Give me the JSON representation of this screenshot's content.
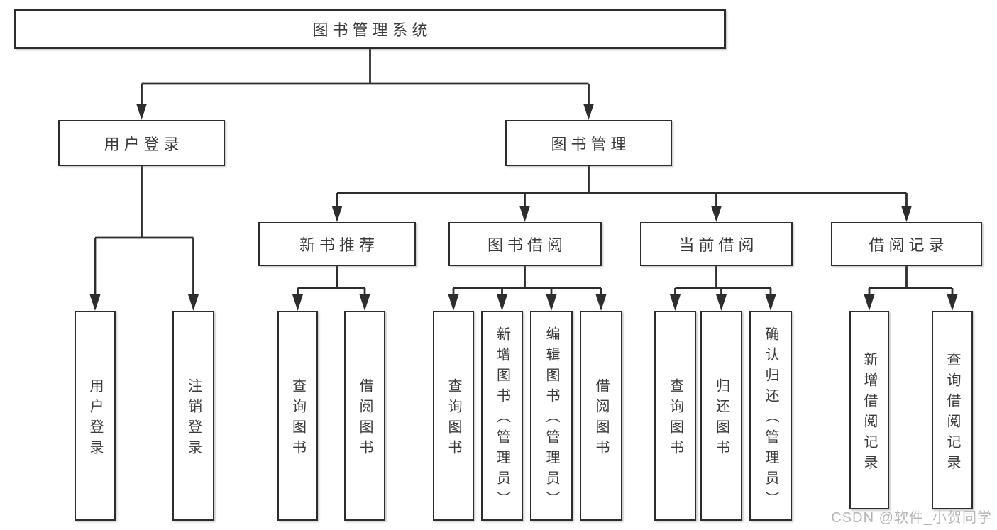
{
  "diagram": {
    "title": "图书管理系统",
    "type": "hierarchy-tree",
    "colors": {
      "line": "#2d2d2d",
      "text": "#3b3b3b",
      "background": "#ffffff",
      "watermark_text": "#b6b6b6"
    },
    "tree": {
      "label": "图书管理系统",
      "children": [
        {
          "label": "用户登录",
          "children": [
            {
              "label": "用户登录"
            },
            {
              "label": "注销登录"
            }
          ]
        },
        {
          "label": "图书管理",
          "children": [
            {
              "label": "新书推荐",
              "children": [
                {
                  "label": "查询图书"
                },
                {
                  "label": "借阅图书"
                }
              ]
            },
            {
              "label": "图书借阅",
              "children": [
                {
                  "label": "查询图书"
                },
                {
                  "label": "新增图书（管理员）"
                },
                {
                  "label": "编辑图书（管理员）"
                },
                {
                  "label": "借阅图书"
                }
              ]
            },
            {
              "label": "当前借阅",
              "children": [
                {
                  "label": "查询图书"
                },
                {
                  "label": "归还图书"
                },
                {
                  "label": "确认归还（管理员）"
                }
              ]
            },
            {
              "label": "借阅记录",
              "children": [
                {
                  "label": "新增借阅记录"
                },
                {
                  "label": "查询借阅记录"
                }
              ]
            }
          ]
        }
      ]
    },
    "watermark": "CSDN @软件_小贺同学"
  }
}
